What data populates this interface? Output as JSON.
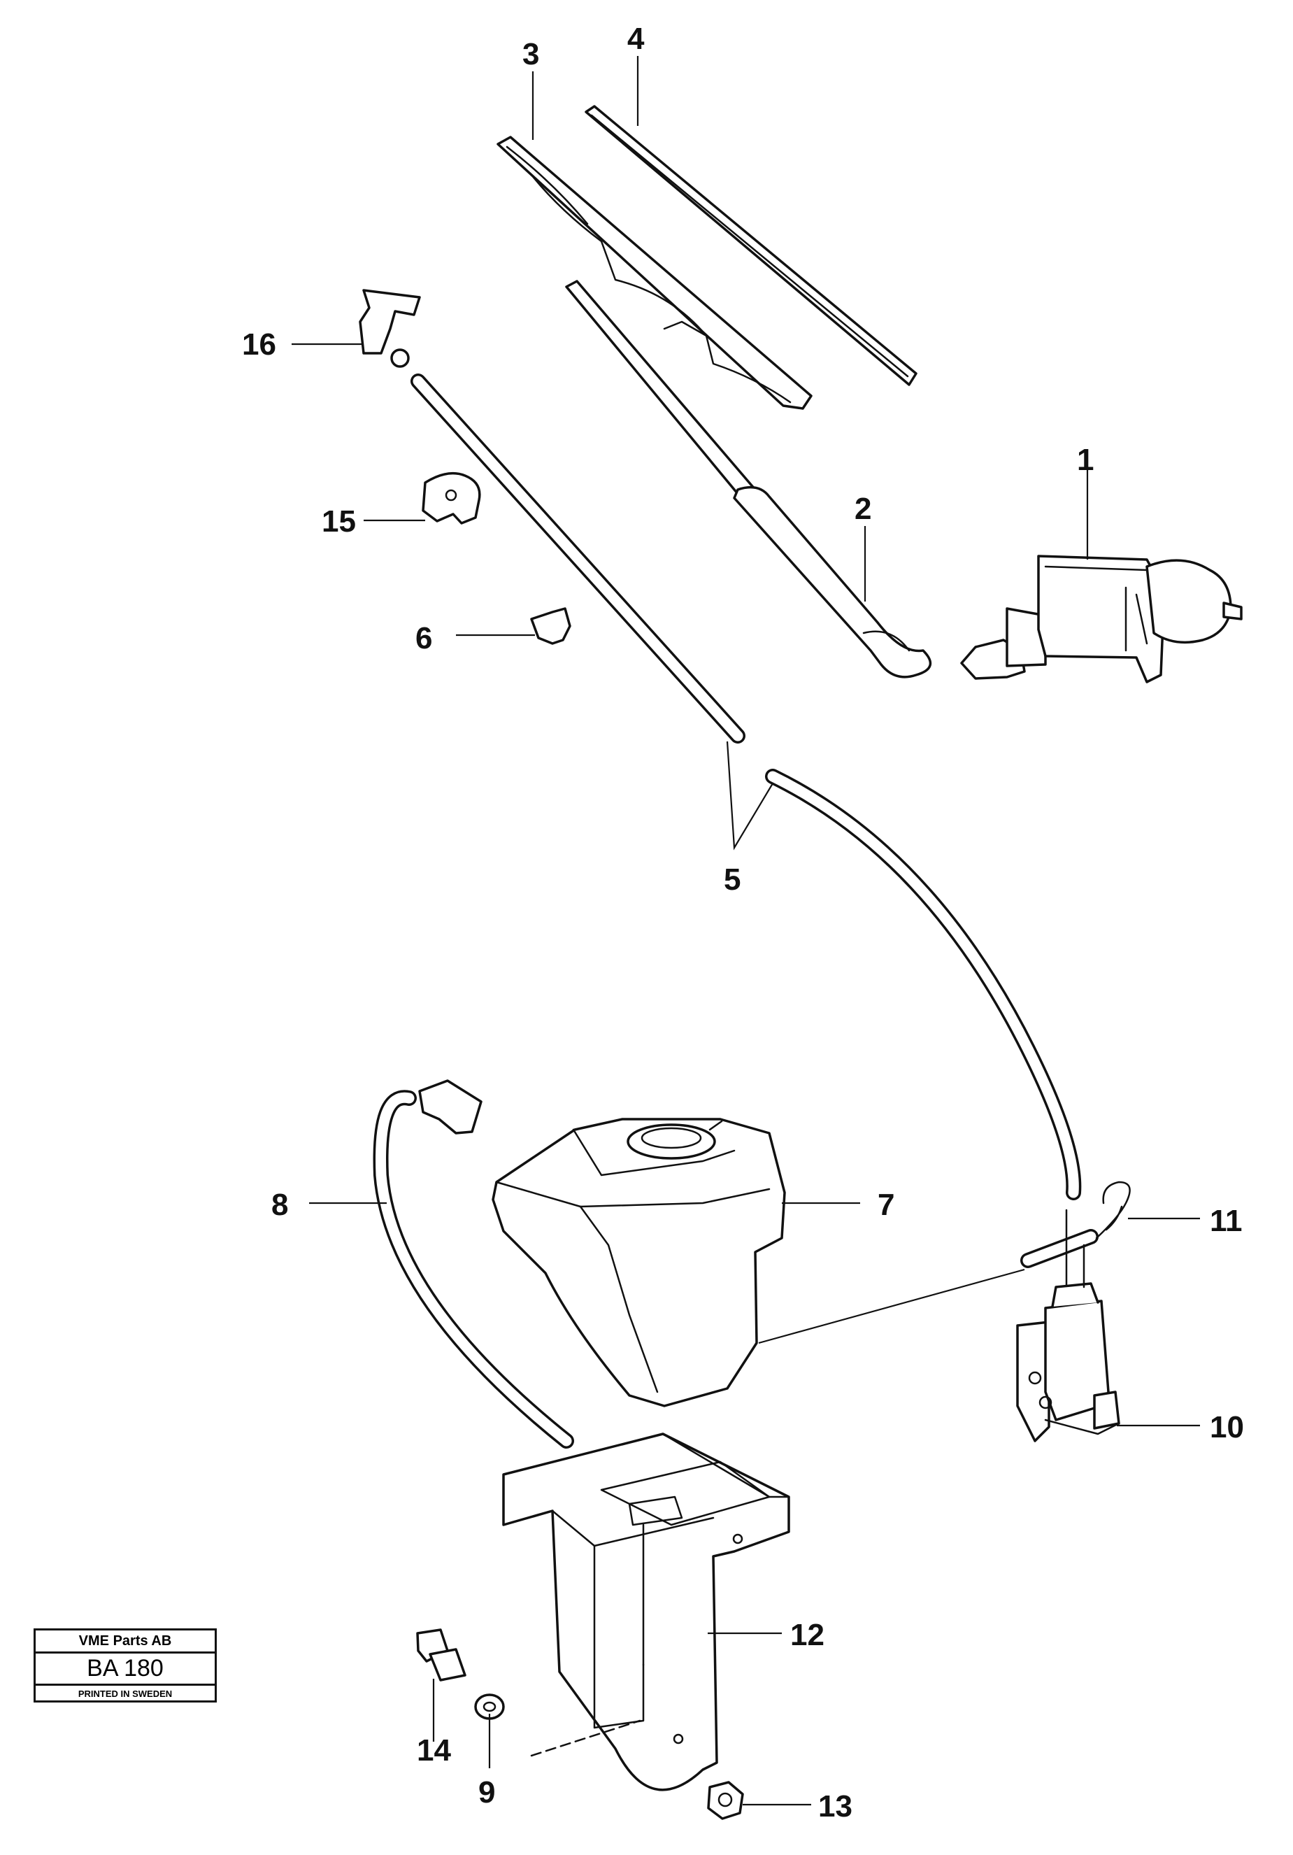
{
  "callouts": {
    "n1": "1",
    "n2": "2",
    "n3": "3",
    "n4": "4",
    "n5": "5",
    "n6": "6",
    "n7": "7",
    "n8": "8",
    "n9": "9",
    "n10": "10",
    "n11": "11",
    "n12": "12",
    "n13": "13",
    "n14": "14",
    "n15": "15",
    "n16": "16"
  },
  "stamp": {
    "company": "VME Parts AB",
    "code": "BA 180",
    "printed": "PRINTED IN SWEDEN"
  }
}
